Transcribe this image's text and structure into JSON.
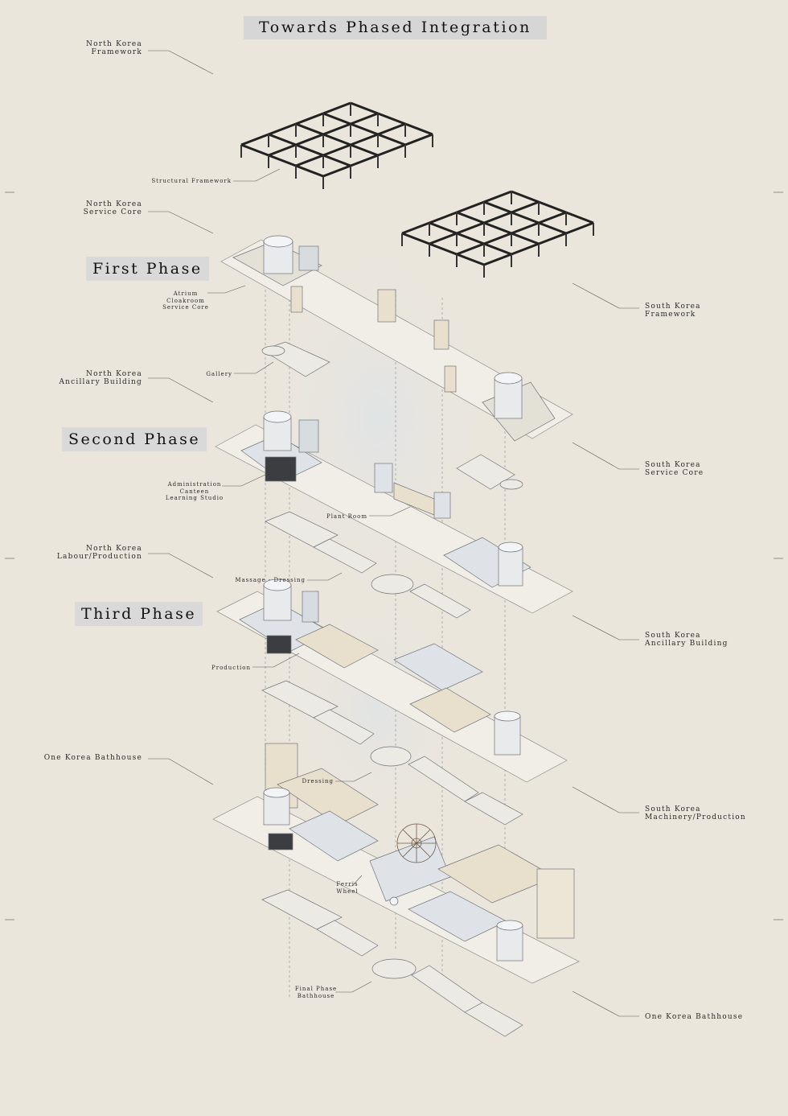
{
  "title": "Towards Phased Integration",
  "phases": [
    "First Phase",
    "Second Phase",
    "Third Phase"
  ],
  "left_labels": [
    "North Korea\nFramework",
    "North Korea\nService Core",
    "North Korea\nAncillary Building",
    "North Korea\nLabour/Production",
    "One Korea Bathhouse"
  ],
  "right_labels": [
    "South Korea\nFramework",
    "South Korea\nService Core",
    "South Korea\nAncillary Building",
    "South Korea\nMachinery/Production",
    "One Korea Bathhouse"
  ],
  "callouts": {
    "structural_framework": "Structural Framework",
    "atrium": "Atrium\nCloakroom\nService Core",
    "gallery": "Gallery",
    "administration": "Administration\nCanteen\nLearning Studio",
    "plant_room": "Plant Room",
    "massage": "Massage - Dressing",
    "production": "Production",
    "dressing": "Dressing",
    "ferris": "Ferris\nWheel",
    "final_phase": "Final Phase\nBathhouse"
  },
  "colors": {
    "background": "#ebe6dc",
    "phase_box": "#d9d9d9",
    "building_light": "#eef0f2",
    "building_side": "#c9ced3",
    "warm_block": "#e8dfcd",
    "ink": "#2a2a2a"
  }
}
